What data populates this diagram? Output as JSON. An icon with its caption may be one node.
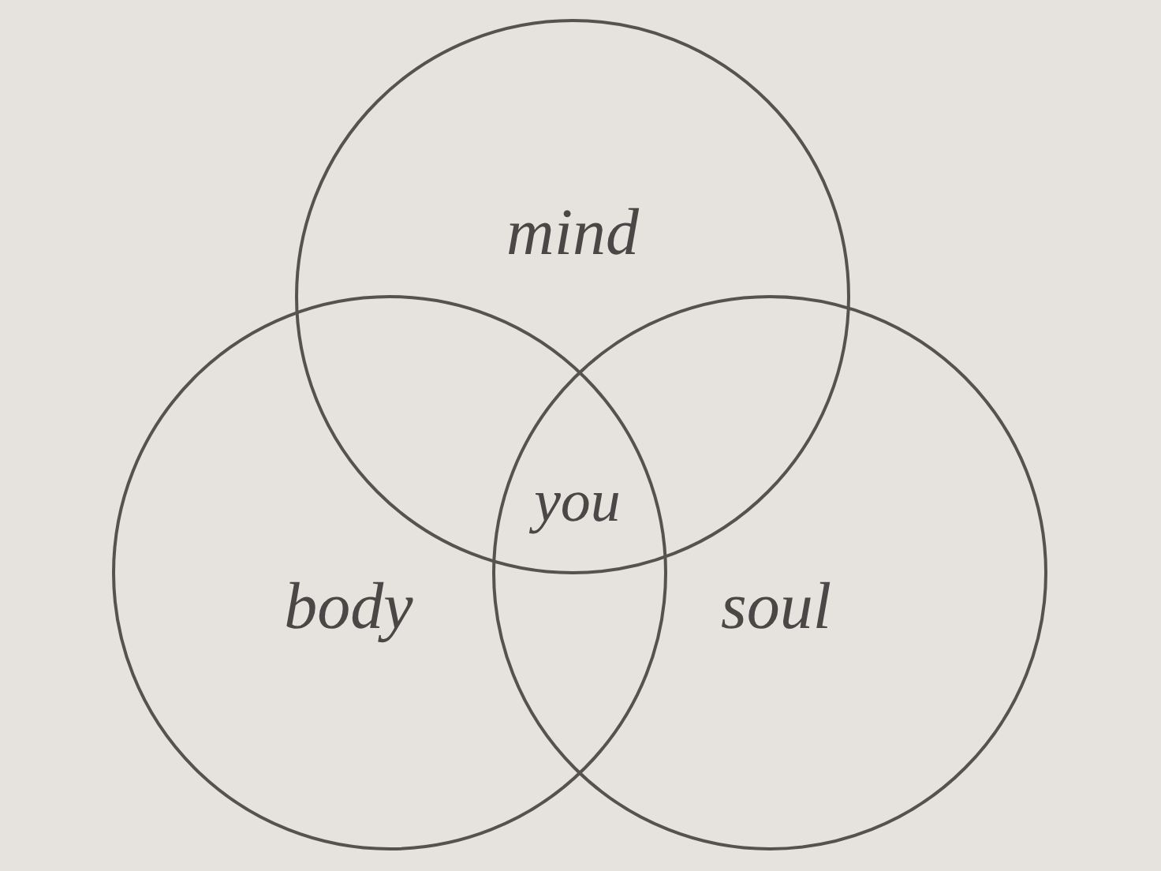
{
  "diagram": {
    "nodes": [
      {
        "text": [
          "mind"
        ]
      },
      {
        "text": [
          "body"
        ]
      },
      {
        "text": [
          "soul"
        ]
      }
    ],
    "labels": [
      "you"
    ]
  }
}
